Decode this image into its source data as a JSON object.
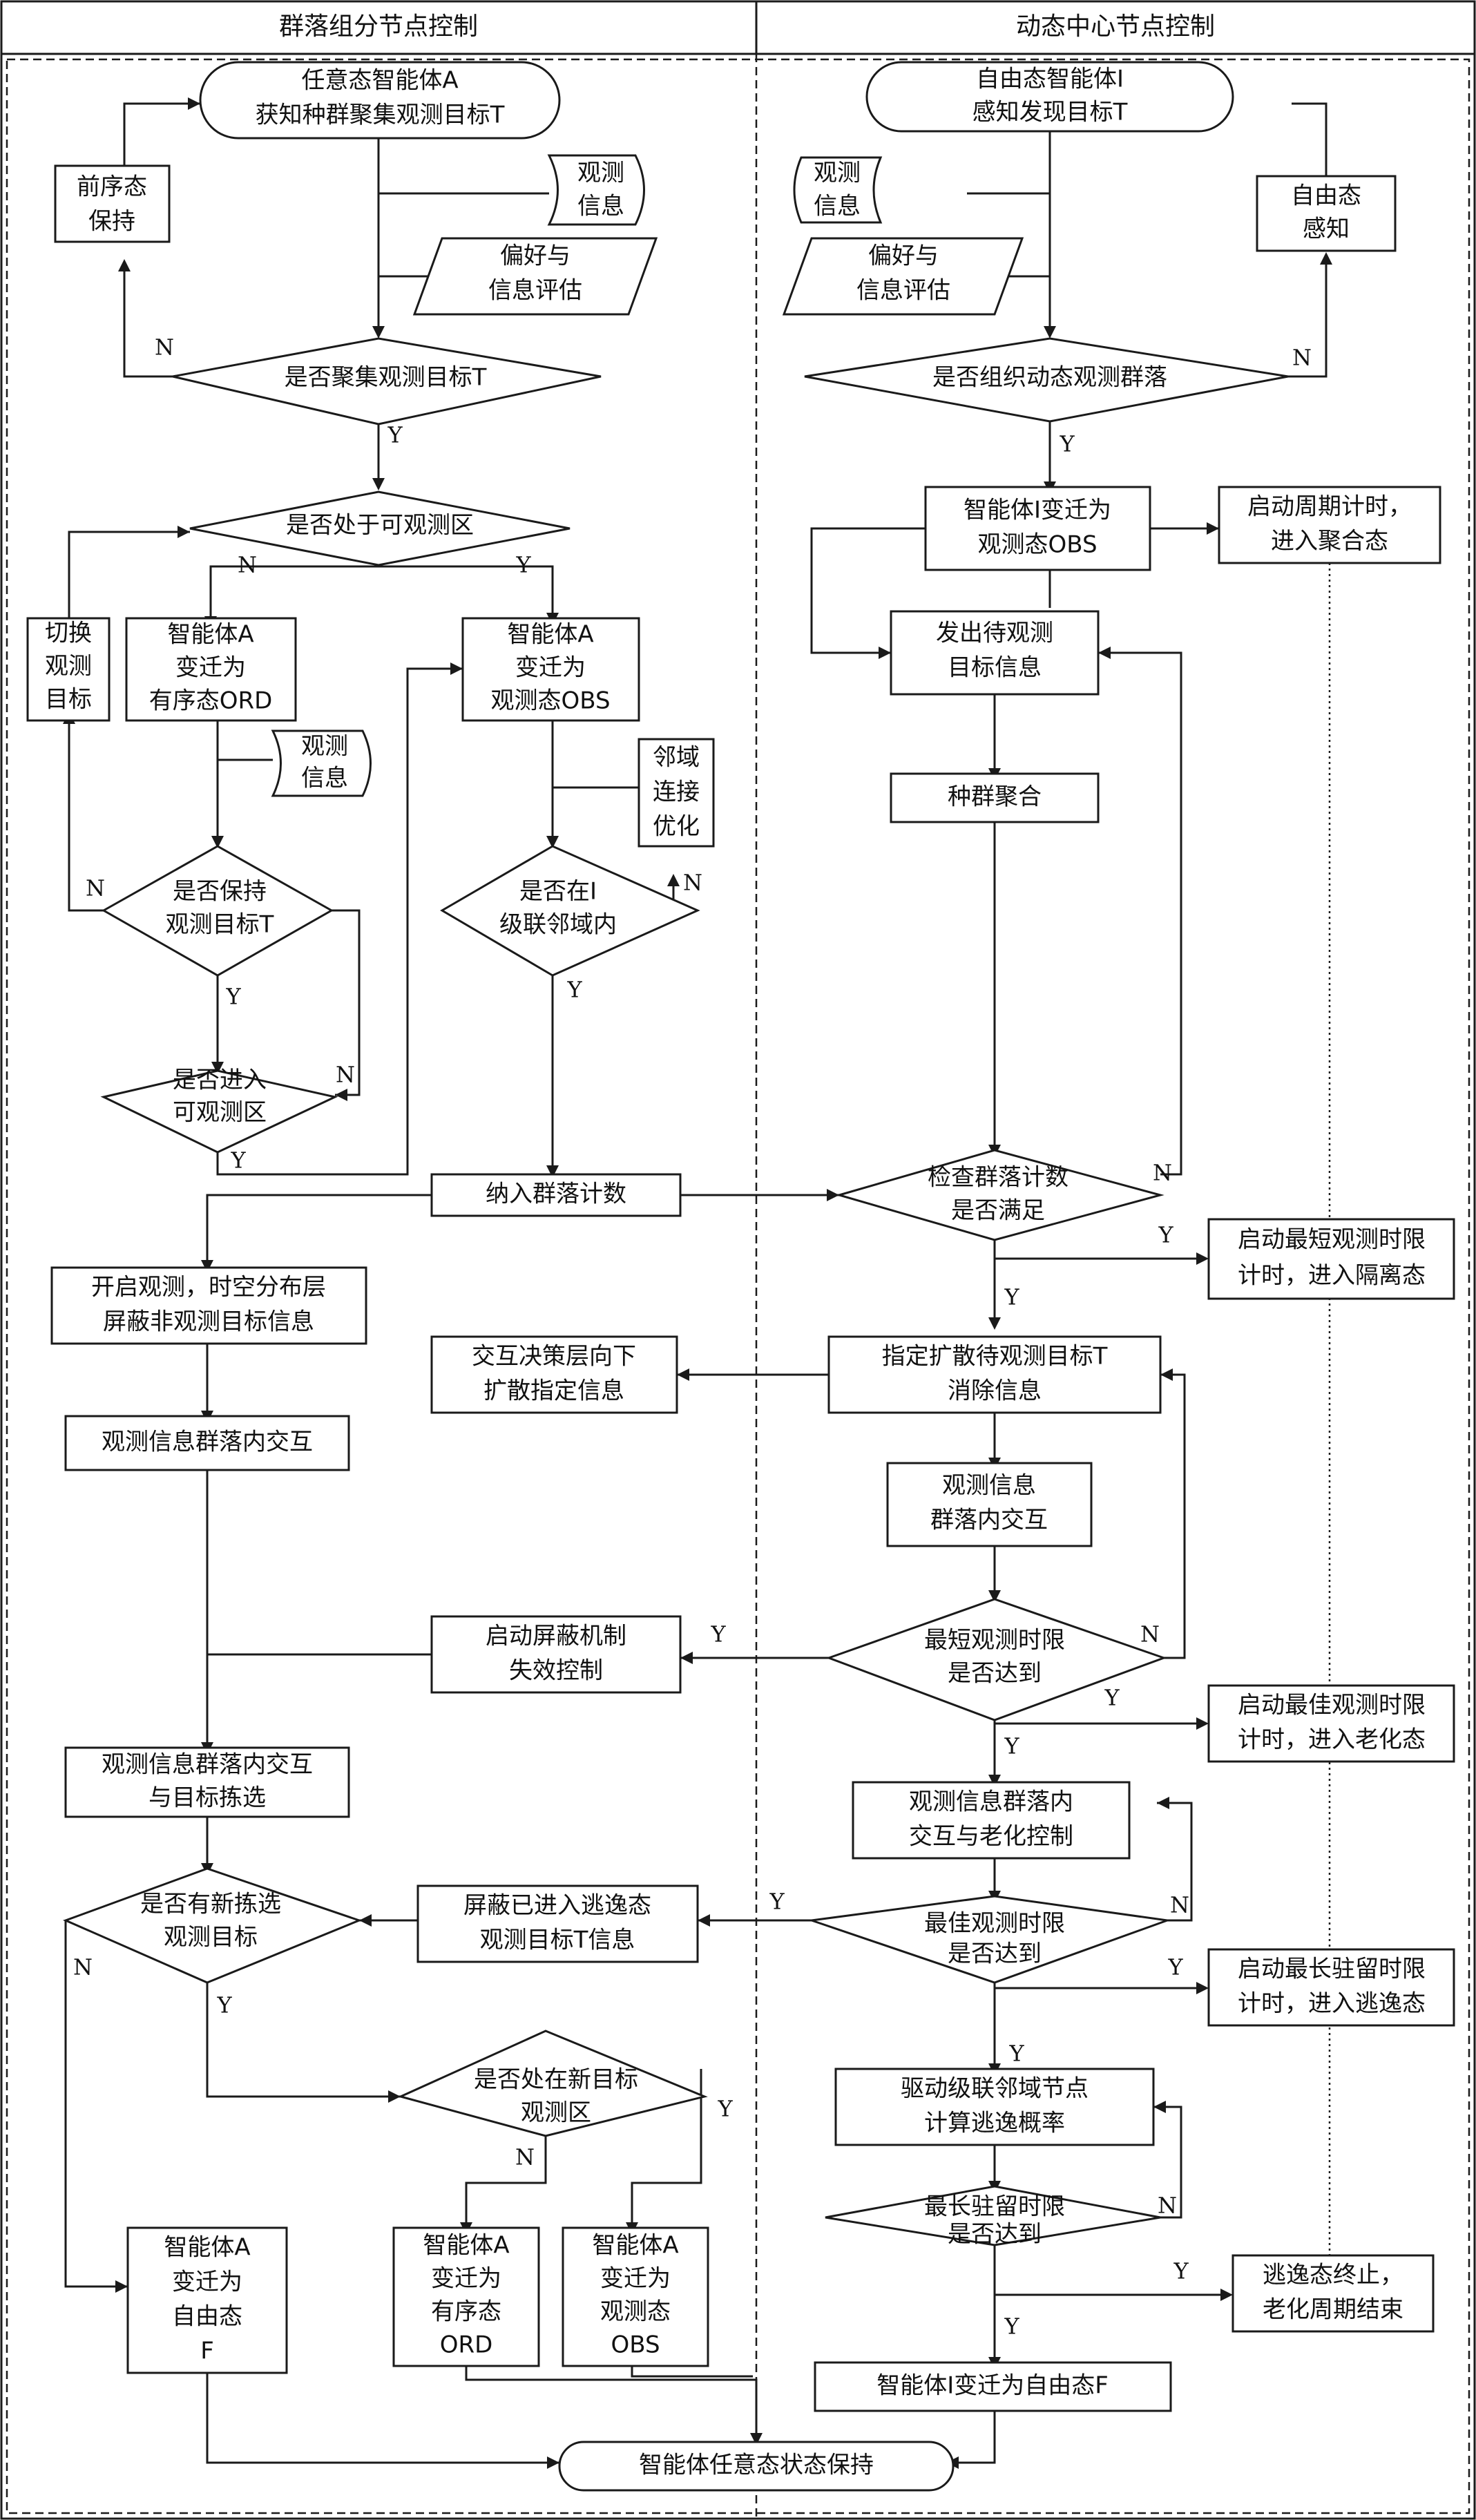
{
  "lanes": {
    "left": "群落组分节点控制",
    "right": "动态中心节点控制"
  },
  "left": {
    "start": [
      "任意态智能体A",
      "获知种群聚集观测目标T"
    ],
    "prev_state": [
      "前序态",
      "保持"
    ],
    "obs_info_1": [
      "观测",
      "信息"
    ],
    "pref_eval": [
      "偏好与",
      "信息评估"
    ],
    "dec_gather": "是否聚集观测目标T",
    "dec_observable": "是否处于可观测区",
    "switch_target": [
      "切换",
      "观测",
      "目标"
    ],
    "to_ord": [
      "智能体A",
      "变迁为",
      "有序态ORD"
    ],
    "to_obs": [
      "智能体A",
      "变迁为",
      "观测态OBS"
    ],
    "obs_info_2": [
      "观测",
      "信息"
    ],
    "neighbor_opt": [
      "邻域",
      "连接",
      "优化"
    ],
    "dec_keep": [
      "是否保持",
      "观测目标T"
    ],
    "dec_level": [
      "是否在I",
      "级联邻域内"
    ],
    "dec_enter": [
      "是否进入",
      "可观测区"
    ],
    "include_count": "纳入群落计数",
    "start_obs": [
      "开启观测，时空分布层",
      "屏蔽非观测目标信息"
    ],
    "diffuse": [
      "交互决策层向下",
      "扩散指定信息"
    ],
    "interact_1": "观测信息群落内交互",
    "shield_fail": [
      "启动屏蔽机制",
      "失效控制"
    ],
    "interact_select": [
      "观测信息群落内交互",
      "与目标拣选"
    ],
    "dec_new_select": [
      "是否有新拣选",
      "观测目标"
    ],
    "shield_escape": [
      "屏蔽已进入逃逸态",
      "观测目标T信息"
    ],
    "dec_new_area": [
      "是否处在新目标",
      "观测区"
    ],
    "to_free": [
      "智能体A",
      "变迁为",
      "自由态",
      "F"
    ],
    "to_ord_2": [
      "智能体A",
      "变迁为",
      "有序态",
      "ORD"
    ],
    "to_obs_2": [
      "智能体A",
      "变迁为",
      "观测态",
      "OBS"
    ],
    "end": "智能体任意态状态保持"
  },
  "right": {
    "start": [
      "自由态智能体I",
      "感知发现目标T"
    ],
    "obs_info": [
      "观测",
      "信息"
    ],
    "free_sense": [
      "自由态",
      "感知"
    ],
    "pref_eval": [
      "偏好与",
      "信息评估"
    ],
    "dec_organize": "是否组织动态观测群落",
    "to_obs": [
      "智能体I变迁为",
      "观测态OBS"
    ],
    "start_period": [
      "启动周期计时，",
      "进入聚合态"
    ],
    "send_target": [
      "发出待观测",
      "目标信息"
    ],
    "aggregate": "种群聚合",
    "dec_count": [
      "检查群落计数",
      "是否满足"
    ],
    "start_shortest": [
      "启动最短观测时限",
      "计时，进入隔离态"
    ],
    "assign_diffuse": [
      "指定扩散待观测目标T",
      "消除信息"
    ],
    "interact": [
      "观测信息",
      "群落内交互"
    ],
    "dec_shortest": [
      "最短观测时限",
      "是否达到"
    ],
    "start_best": [
      "启动最佳观测时限",
      "计时，进入老化态"
    ],
    "interact_aging": [
      "观测信息群落内",
      "交互与老化控制"
    ],
    "dec_best": [
      "最佳观测时限",
      "是否达到"
    ],
    "start_longest": [
      "启动最长驻留时限",
      "计时，进入逃逸态"
    ],
    "drive_level": [
      "驱动级联邻域节点",
      "计算逃逸概率"
    ],
    "dec_longest": [
      "最长驻留时限",
      "是否达到"
    ],
    "escape_end": [
      "逃逸态终止，",
      "老化周期结束"
    ],
    "to_free": "智能体I变迁为自由态F"
  },
  "labels": {
    "yes": "Y",
    "no": "N"
  }
}
